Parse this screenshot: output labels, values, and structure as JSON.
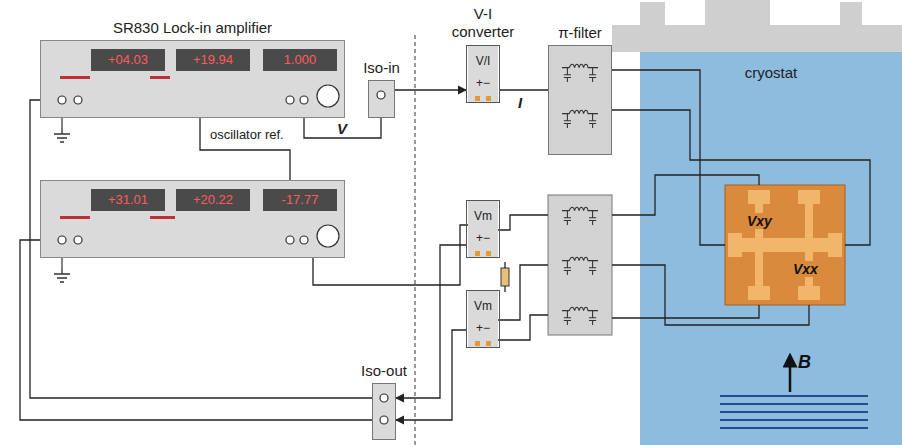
{
  "diagram": {
    "nodes": [
      {
        "text": [
          "SR830 Lock-in amplifier",
          "+04.03",
          "+19.94",
          "1.000"
        ]
      },
      {
        "text": [
          "+31.01",
          "+20.22",
          "-17.77"
        ]
      },
      {
        "text": [
          "Iso-in"
        ]
      },
      {
        "text": [
          "V-I converter",
          "V/I",
          "+−"
        ]
      },
      {
        "text": [
          "π-filter"
        ]
      },
      {
        "text": [
          "Vm",
          "+−"
        ]
      },
      {
        "text": [
          "Vm",
          "+−"
        ]
      },
      {
        "text": [
          "Iso-out"
        ]
      },
      {
        "text": [
          "cryostat"
        ]
      },
      {
        "text": [
          "Vxy",
          "Vxx"
        ],
        "in": 8
      }
    ],
    "edges": [
      {
        "from": 0,
        "to": 2,
        "label": "V",
        "arrow": "none"
      },
      {
        "from": 2,
        "to": 3,
        "arrow": "to"
      },
      {
        "from": 3,
        "to": 4,
        "label": "I",
        "arrow": "none"
      },
      {
        "from": 4,
        "to": 9,
        "arrow": "none"
      },
      {
        "from": 5,
        "to": 7,
        "arrow": "to"
      },
      {
        "from": 6,
        "to": 7,
        "arrow": "to"
      },
      {
        "from": 7,
        "to": 0,
        "arrow": "none"
      },
      {
        "from": 7,
        "to": 1,
        "arrow": "none"
      },
      {
        "from": 0,
        "to": 1,
        "label": "oscillator ref.",
        "arrow": "none"
      }
    ],
    "labels": [
      "B"
    ]
  }
}
